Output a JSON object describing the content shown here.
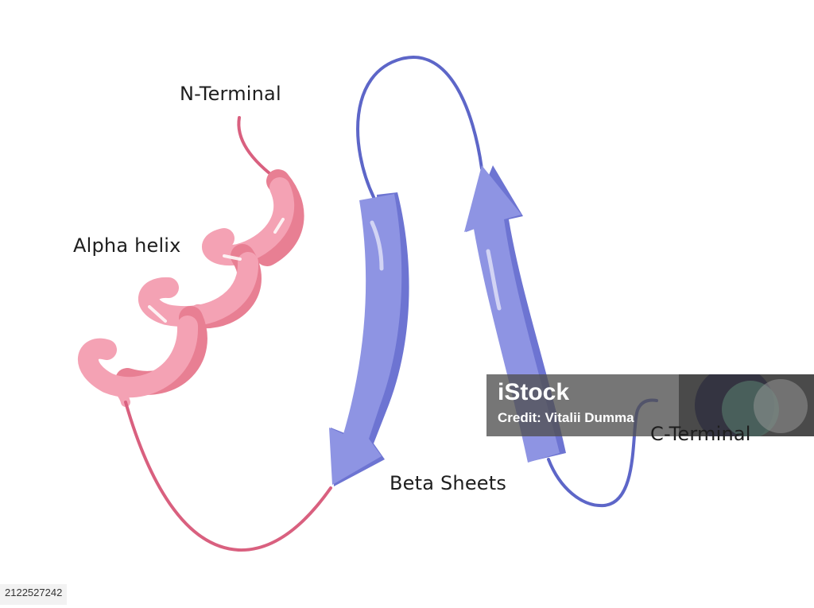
{
  "diagram": {
    "labels": {
      "n_terminal": "N-Terminal",
      "alpha_helix": "Alpha helix",
      "beta_sheets": "Beta Sheets",
      "c_terminal": "C-Terminal"
    },
    "colors": {
      "helix": "#f4a2b4",
      "helix_dark": "#e87f93",
      "coil_pink": "#d9607f",
      "strand": "#8e94e3",
      "strand_dark": "#6d74d2",
      "coil_blue": "#5d66c8"
    }
  },
  "watermark": {
    "brand": "iStock",
    "credit": "Credit: Vitalii Dumma"
  },
  "image_id": "2122527242"
}
